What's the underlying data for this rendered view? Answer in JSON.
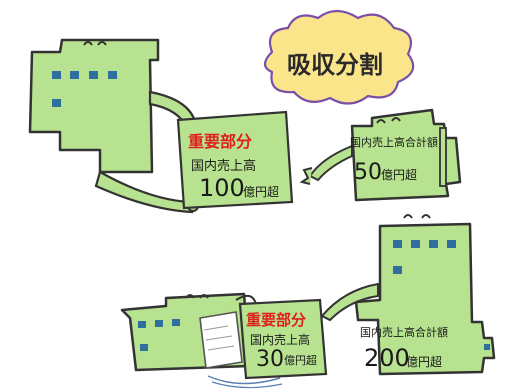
{
  "cloud_title": "吸収分割",
  "top": {
    "doc_heading": "重要部分",
    "doc_line1": "国内売上高",
    "doc_amount": "100",
    "doc_unit": "億円超",
    "small_line1": "国内売上高合計額",
    "small_amount": "50",
    "small_unit": "億円超"
  },
  "bottom": {
    "doc_heading": "重要部分",
    "doc_line1": "国内売上高",
    "doc_amount": "30",
    "doc_unit": "億円超",
    "big_line1": "国内売上高合計額",
    "big_amount": "200",
    "big_unit": "億円超"
  },
  "colors": {
    "building": "#b7e28f",
    "outline": "#333333",
    "window": "#2e6f9e",
    "paper": "#b7e28f",
    "cloud": "#fbe58a",
    "cloud_outline": "#7a4fa8",
    "accent_red": "#e0201a"
  }
}
